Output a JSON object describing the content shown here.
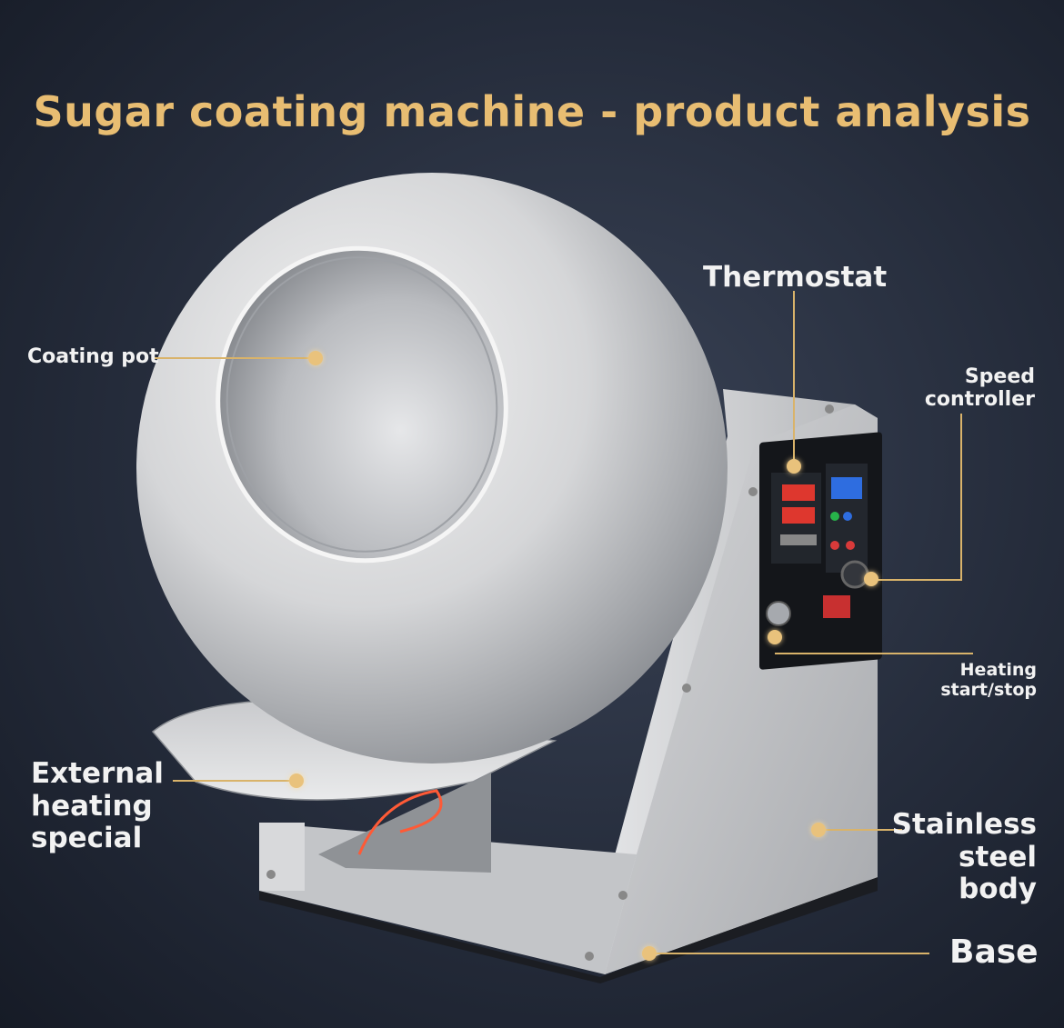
{
  "title": "Sugar coating machine - product analysis",
  "labels": {
    "coating_pot": "Coating pot",
    "thermostat": "Thermostat",
    "speed_controller_1": "Speed",
    "speed_controller_2": "controller",
    "heating_1": "Heating",
    "heating_2": "start/stop",
    "external_1": "External",
    "external_2": "heating",
    "external_3": "special",
    "stainless_1": "Stainless",
    "stainless_2": "steel",
    "stainless_3": "body",
    "base": "Base"
  },
  "colors": {
    "title": "#e8bd72",
    "accent_line": "#d9b36a",
    "label_text": "#f2f2f2"
  }
}
